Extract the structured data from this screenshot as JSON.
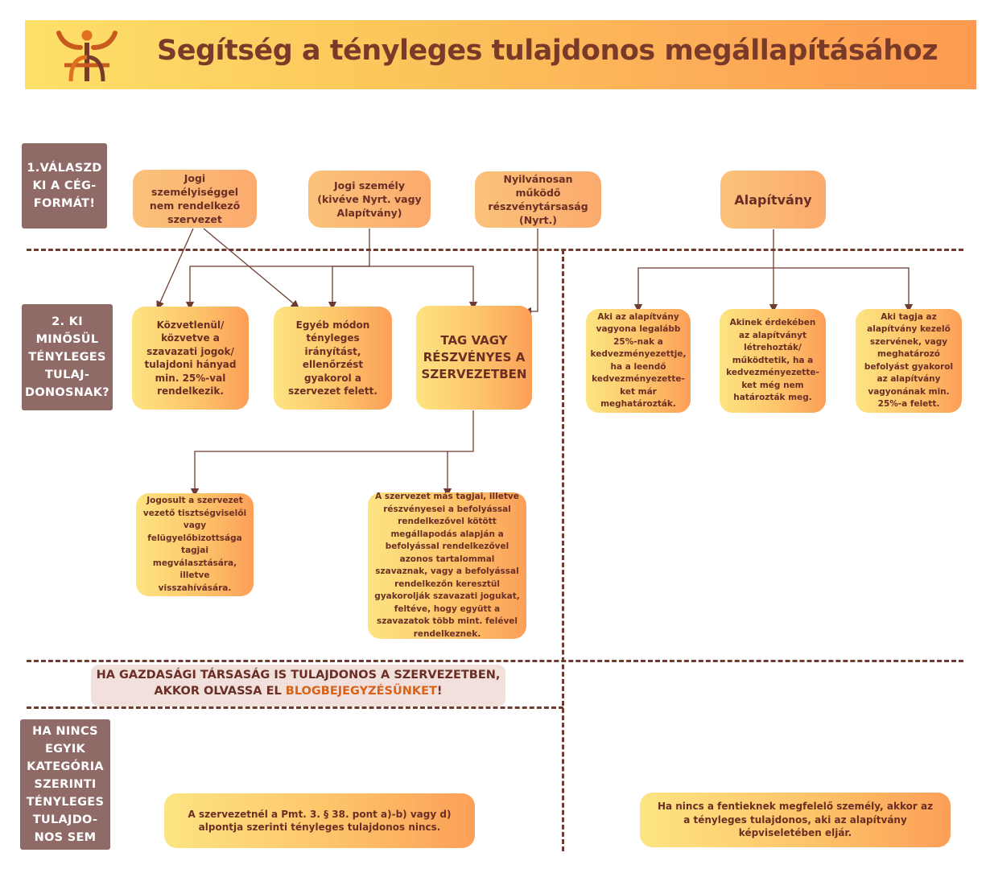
{
  "header": {
    "title": "Segítség a  tényleges tulajdonos megállapításához"
  },
  "steps": {
    "step1": "1.VÁLASZD KI A CÉG-FORMÁT!",
    "step2": "2. KI MINŐSÜL TÉNYLEGES TULAJ-DONOSNAK?",
    "step3": "HA NINCS EGYIK KATEGÓRIA SZERINTI TÉNYLEGES TULAJDO-NOS SEM"
  },
  "company_forms": {
    "no_legal_person": "Jogi személyiséggel nem rendelkező szervezet",
    "legal_person": "Jogi személy (kivéve Nyrt. vagy Alapítvány)",
    "nyrt": "Nyilvánosan működő részvénytársaság (Nyrt.)",
    "foundation": "Alapítvány"
  },
  "criteria": {
    "direct_indirect": "Közvetlenül/ közvetve a szavazati jogok/ tulajdoni hányad min. 25%-val rendelkezik.",
    "other_control": "Egyéb módon tényleges irányítást, ellenőrzést gyakorol a szervezet felett.",
    "member": "TAG VAGY RÉSZVÉNYES A SZERVEZETBEN",
    "appoint_right": "Jogosult a szervezet vezető tisztségviselői vagy felügyelőbizottsága tagjai megválasztására, illetve visszahívására.",
    "agreement": "A szervezet más tagjai, illetve részvényesei a befolyással rendelkezővel kötött megállapodás alapján a befolyással rendelkezővel azonos tartalommal szavaznak, vagy a befolyással rendelkezőn keresztül gyakorolják szavazati jogukat, feltéve, hogy együtt a szavazatok több mint. felével rendelkeznek.",
    "foundation_beneficiary": "Aki az alapítvány vagyona legalább 25%-nak a kedvezményezettje, ha a leendő kedvezményezette-ket már meghatározták.",
    "foundation_interest": "Akinek érdekében az alapítványt létrehozták/ működtetik, ha a kedvezményezette-ket még nem határozták meg.",
    "foundation_board": "Aki tagja az alapítvány kezelő szervének, vagy meghatározó befolyást gyakorol az alapítvány vagyonának min. 25%-a felett."
  },
  "notice": {
    "line1": "HA GAZDASÁGI TÁRSASÁG IS TULAJDONOS A SZERVEZETBEN,",
    "line2_prefix": "AKKOR OLVASSA EL ",
    "link": "BLOGBEJEGYZÉSÜNKET",
    "line2_suffix": "!"
  },
  "fallback": {
    "company": "A szervezetnél a Pmt. 3. § 38. pont a)-b) vagy d) alpontja szerinti tényleges tulajdonos nincs.",
    "foundation": "Ha nincs a fentieknek megfelelő személy, akkor az a tényleges tulajdonos, aki az alapítvány képviseletében eljár."
  },
  "colors": {
    "brown": "#6e3b30",
    "side_box": "#8f6a66",
    "link": "#d96216"
  }
}
